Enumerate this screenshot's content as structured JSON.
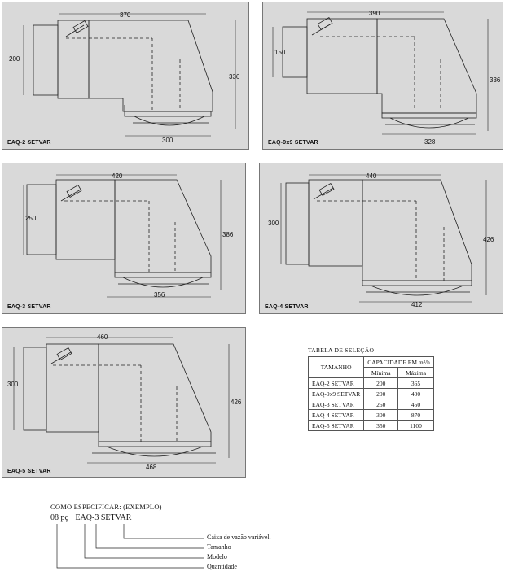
{
  "panels": [
    {
      "label": "EAQ-2 SETVAR",
      "dims": {
        "top": "370",
        "left": "200",
        "right": "336",
        "bottom": "300"
      }
    },
    {
      "label": "EAQ-9x9 SETVAR",
      "dims": {
        "top": "390",
        "left": "150",
        "right": "336",
        "bottom": "328"
      }
    },
    {
      "label": "EAQ-3 SETVAR",
      "dims": {
        "top": "420",
        "left": "250",
        "right": "386",
        "bottom": "356"
      }
    },
    {
      "label": "EAQ-4 SETVAR",
      "dims": {
        "top": "440",
        "left": "300",
        "right": "426",
        "bottom": "412"
      }
    },
    {
      "label": "EAQ-5 SETVAR",
      "dims": {
        "top": "460",
        "left": "300",
        "right": "426",
        "bottom": "468"
      }
    }
  ],
  "selection_table": {
    "title": "TABELA DE SELEÇÃO",
    "col_size": "TAMANHO",
    "col_capacity": "CAPACIDADE EM m³/h",
    "col_min": "Mínima",
    "col_max": "Máxima",
    "rows": [
      {
        "size": "EAQ-2 SETVAR",
        "min": "200",
        "max": "365"
      },
      {
        "size": "EAQ-9x9 SETVAR",
        "min": "200",
        "max": "400"
      },
      {
        "size": "EAQ-3 SETVAR",
        "min": "250",
        "max": "450"
      },
      {
        "size": "EAQ-4 SETVAR",
        "min": "300",
        "max": "870"
      },
      {
        "size": "EAQ-5 SETVAR",
        "min": "350",
        "max": "1100"
      }
    ]
  },
  "spec": {
    "title": "COMO ESPECIFICAR: (EXEMPLO)",
    "qty": "08 pç",
    "model": "EAQ-3 SETVAR",
    "items": [
      "Caixa de vazão variável.",
      "Tamanho",
      "Modelo",
      "Quantidade"
    ]
  }
}
